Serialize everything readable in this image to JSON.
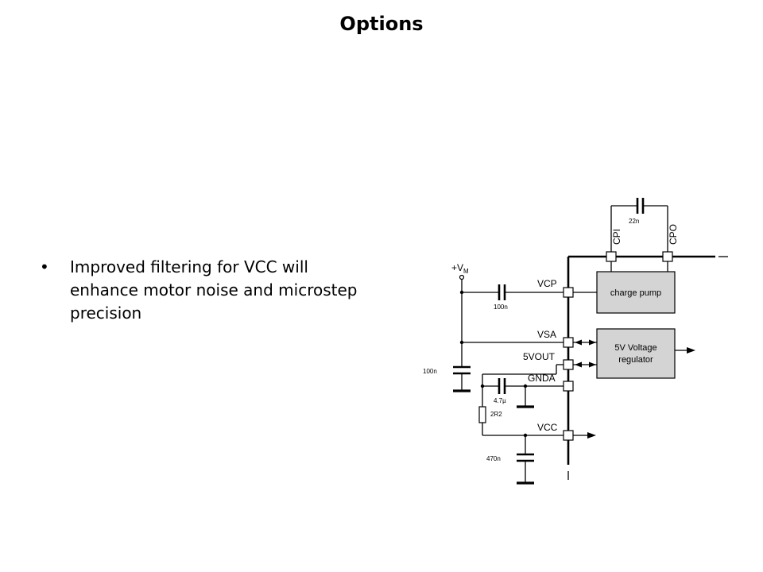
{
  "slide": {
    "title": "Options",
    "bullets": [
      "Improved filtering for VCC will enhance motor noise and microstep precision"
    ],
    "bullet_marker": "•"
  },
  "schematic": {
    "supply_label": "+V",
    "supply_subscript": "M",
    "pins": {
      "vcp": "VCP",
      "vsa": "VSA",
      "vout": "5VOUT",
      "gnda": "GNDA",
      "vcc": "VCC",
      "cpi": "CPI",
      "cpo": "CPO"
    },
    "components": {
      "c_top": "22n",
      "c_vcp": "100n",
      "c_vm": "100n",
      "c_gnda": "4.7µ",
      "r_vcc": "2R2",
      "c_vcc": "470n"
    },
    "blocks": {
      "charge_pump": "charge pump",
      "regulator_line1": "5V Voltage",
      "regulator_line2": "regulator"
    },
    "colors": {
      "block_fill": "#d4d4d4",
      "line": "#000000"
    }
  }
}
